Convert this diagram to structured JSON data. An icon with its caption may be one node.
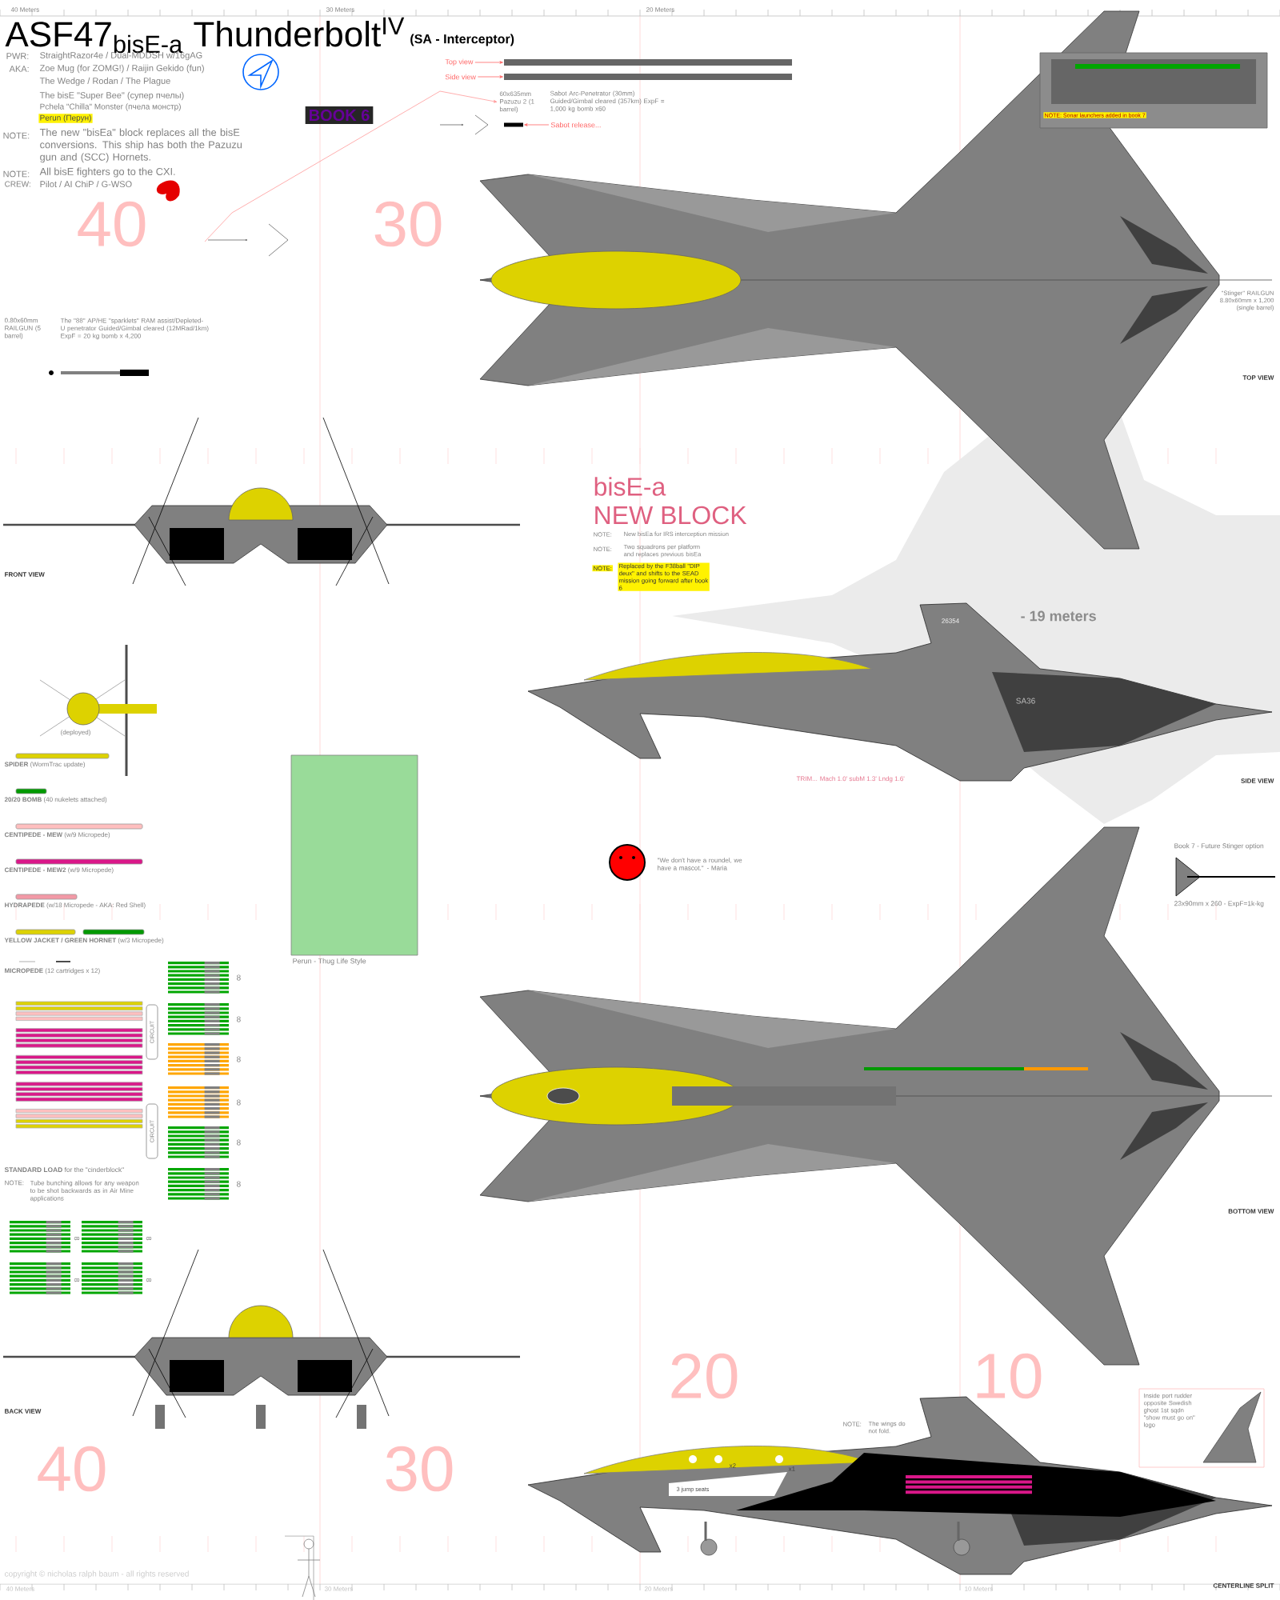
{
  "diagram": {
    "title": "ASF47$_{bisE-a}$ Thunderbolt$^{IV}$",
    "nodes": [
      {
        "text": [
          "Top view"
        ]
      },
      {
        "text": [],
        "shape": "bar"
      },
      {
        "text": [
          "Side view"
        ]
      },
      {
        "text": [],
        "shape": "bar"
      },
      {
        "text": [
          "Sabot release..."
        ]
      },
      {
        "text": [],
        "shape": "bar"
      },
      {
        "text": [
          "60x635mm Pazuzu 2 (1 barrel)"
        ]
      }
    ],
    "edges": [
      {
        "from": 0,
        "to": 1,
        "arrow": "to"
      },
      {
        "from": 2,
        "to": 3,
        "arrow": "to"
      },
      {
        "from": 4,
        "to": 5,
        "arrow": "to"
      },
      {
        "from": null,
        "to": 6,
        "arrow": "to"
      }
    ],
    "labels": [
      "(SA - Interceptor)",
      "40 Meters",
      "30 Meters",
      "20 Meters",
      "PWR:",
      "StraightRazor4e / Dual-MDDSH w/16gAG",
      "AKA:",
      "Zoe Mug (for ZOMG!) / Raijin Gekido (fun)",
      "The Wedge / Rodan / The Plague",
      "The bisE \"Super Bee\" (супер пчелы)",
      "Pchela \"Chilla\" Monster (пчела монстр)",
      "Perun (Перун)",
      "NOTE:",
      "The new \"bisEa\" block replaces all the bisE conversions. This ship has both the Pazuzu gun and (SCC) Hornets.",
      "NOTE:",
      "All bisE fighters go to the CXI.",
      "CREW:",
      "Pilot / AI ChiP / G-WSO",
      "BOOK 6",
      "Sabot Arc-Penetrator (30mm) Guided/Gimbal cleared (357km) ExpF = 1,000 kg bomb x60",
      "NOTE: Sonar launchers added in book 7",
      "40",
      "30",
      "\"Stinger\" RAILGUN 8.80x60mm x 1,200 (single barrel)",
      "0.80x60mm RAILGUN (5 barrel)",
      "The \"88\" AP/HE \"sparklets\" RAM assist/Depleted-U penetrator Guided/Gimbal cleared (12MRad/1km) ExpF = 20 kg bomb x 4,200",
      "TOP VIEW",
      "bisE-a",
      "NEW BLOCK",
      "NOTE:",
      "New bisEa for IRS interception mission",
      "NOTE:",
      "Two squadrons per platform and replaces previous bisEa",
      "NOTE:",
      "Replaced by the F38ball \"DIP deux\" and shifts to the SEAD mission going forward after book 6",
      "FRONT VIEW",
      "- 19 meters",
      "26354",
      "SA36",
      "(deployed)",
      "**SPIDER** (WormTrac update)",
      "TRIM... Mach 1.0' subM 1.3' Lndg 1.6'",
      "SIDE VIEW",
      "**20/20 BOMB** (40 nukelets attached)",
      "**CENTIPEDE - MEW** (w/9 Micropede)",
      "\"We don't have a roundel, we have a mascot.\" - Maria",
      "Book 7 - Future Stinger option",
      "**CENTIPEDE - MEW2** (w/9 Micropede)",
      "**HYDRAPEDE** (w/18 Micropede - AKA: Red Shell)",
      "23x90mm x 260 - ExpF=1k-kg",
      "**YELLOW JACKET / GREEN HORNET** (w/3 Micropede)",
      "Perun - Thug Life Style",
      "**MICROPEDE** (12 cartridges x 12)",
      "8",
      "8",
      "8",
      "8",
      "8",
      "8",
      "CIRCUIT",
      "CIRCUIT",
      "**STANDARD LOAD** for the \"cinderblock\"",
      "NOTE:",
      "Tube bunching allows for any weapon to be shot backwards as in Air Mine applications",
      "BOTTOM VIEW",
      "8",
      "8",
      "8",
      "8",
      "40",
      "30",
      "20",
      "10",
      "Inside port rudder opposite Swedish ghost 1st sqdn \"show must go on\" logo",
      "BACK VIEW",
      "NOTE:",
      "The wings do not fold.",
      "x2",
      "x1",
      "3 jump seats",
      "copyright © nicholas ralph baum - all rights reserved",
      "40 Meters",
      "30 Meters",
      "20 Meters",
      "10 Meters",
      "CENTERLINE SPLIT"
    ]
  }
}
